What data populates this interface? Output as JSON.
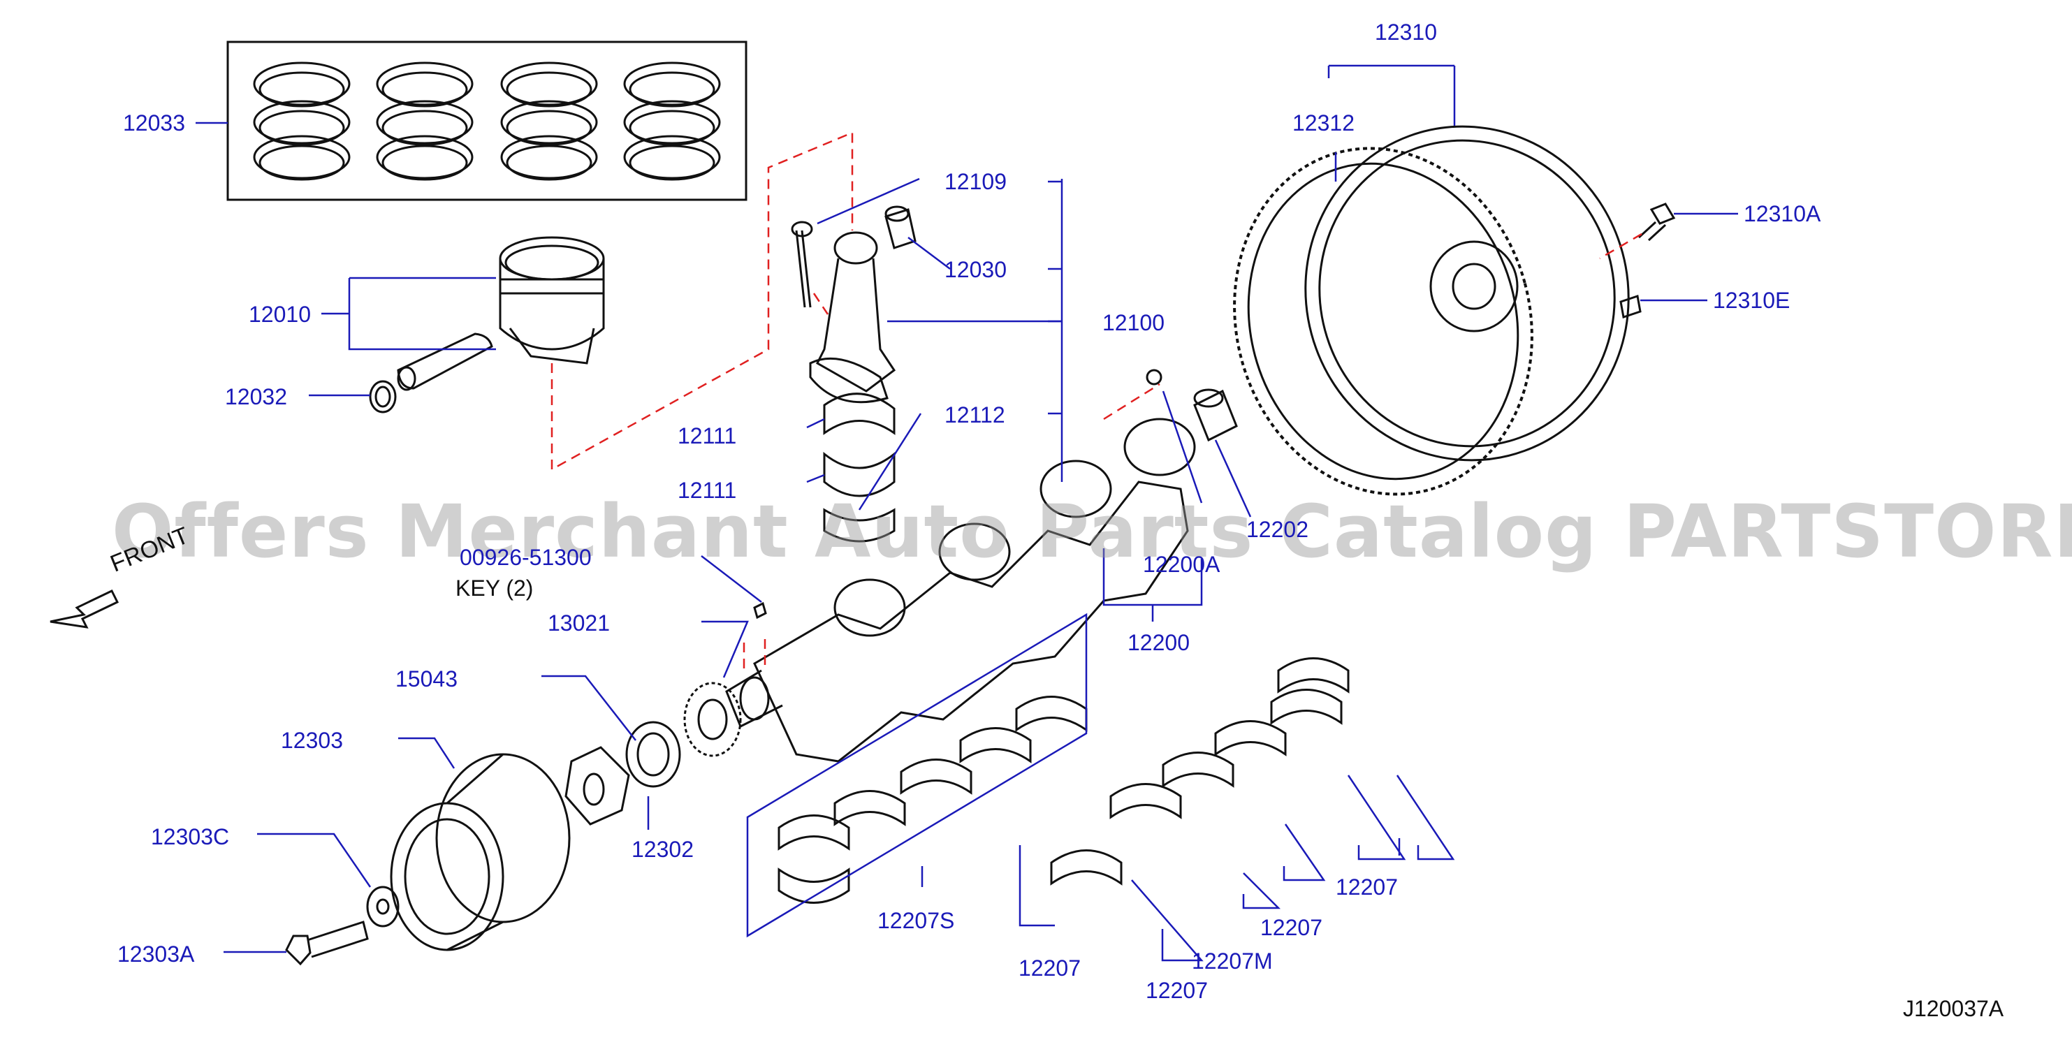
{
  "diagram": {
    "reference_code": "J120037A",
    "watermark": "Offers Merchant Auto Parts Catalog PARTSTORE.SA",
    "front_label": "FRONT",
    "key_label": "KEY   (2)",
    "key_part_number": "00926-51300",
    "colors": {
      "callout": "#1a1ab8",
      "leader": "#1a1ab8",
      "hidden_line": "#e02020",
      "drawing": "#111111"
    },
    "callouts": {
      "p12310": "12310",
      "p12312": "12312",
      "p12310A": "12310A",
      "p12310E": "12310E",
      "p12033": "12033",
      "p12010": "12010",
      "p12032": "12032",
      "p12109": "12109",
      "p12030": "12030",
      "p12100": "12100",
      "p12111a": "12111",
      "p12111b": "12111",
      "p12112": "12112",
      "p12202": "12202",
      "p12200A": "12200A",
      "p12200": "12200",
      "p13021": "13021",
      "p15043": "15043",
      "p12303": "12303",
      "p12302": "12302",
      "p12303C": "12303C",
      "p12303A": "12303A",
      "p12207S": "12207S",
      "p12207a": "12207",
      "p12207b": "12207",
      "p12207c": "12207",
      "p12207d": "12207",
      "p12207M": "12207M"
    }
  }
}
